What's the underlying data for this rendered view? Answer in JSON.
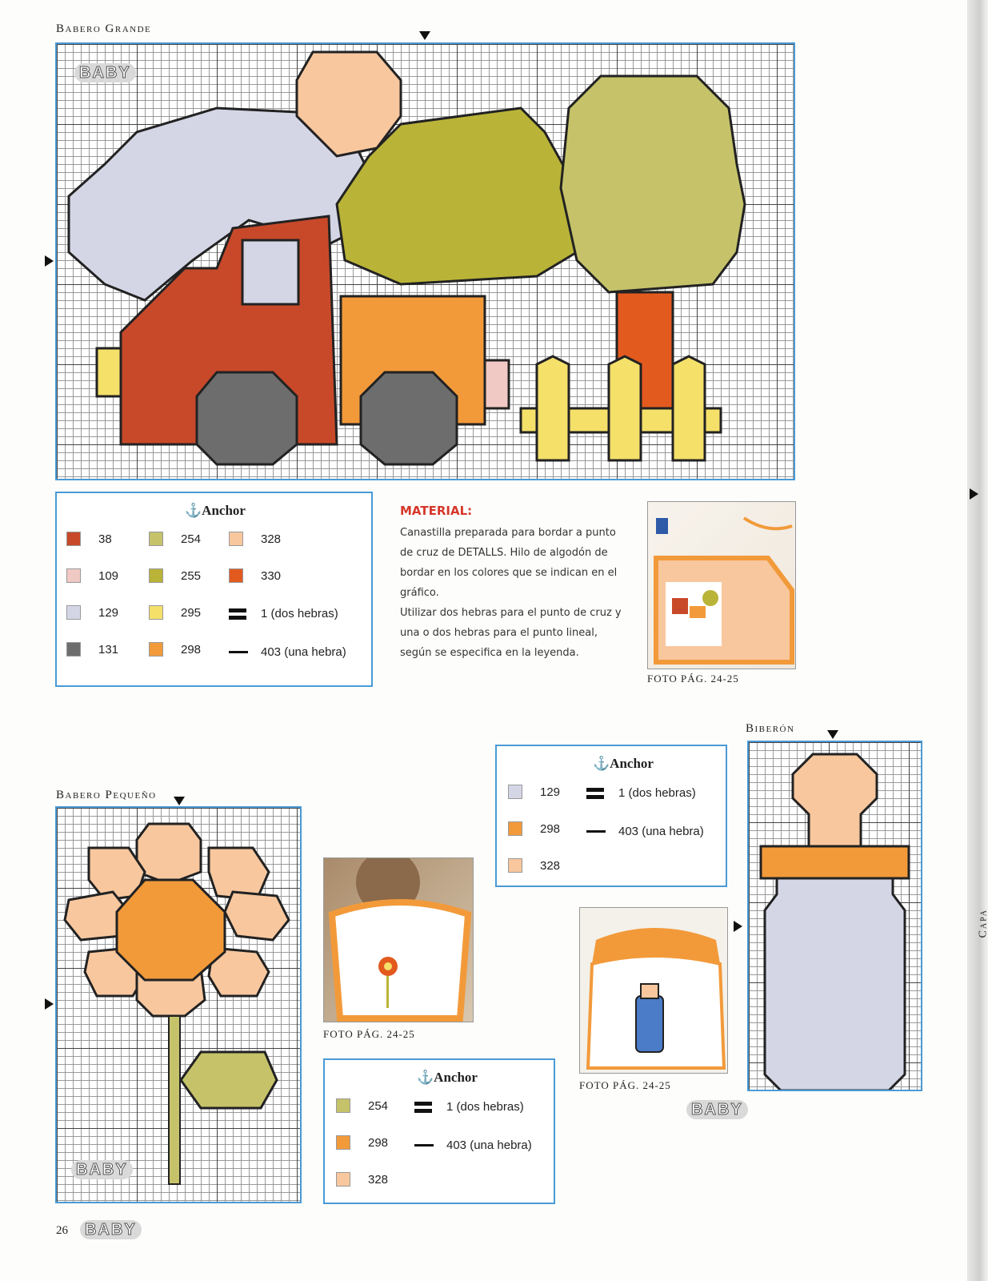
{
  "sections": {
    "babero_grande": "Babero Grande",
    "babero_pequeno": "Babero Pequeño",
    "biberon": "Biberón"
  },
  "logo_text": "BABY",
  "legend_large": {
    "brand": "⚓Anchor",
    "items": [
      {
        "code": "38",
        "color": "#c8492a"
      },
      {
        "code": "109",
        "color": "#f1c9c4"
      },
      {
        "code": "129",
        "color": "#d4d6e6"
      },
      {
        "code": "131",
        "color": "#6d6d6d"
      },
      {
        "code": "254",
        "color": "#c5c26a"
      },
      {
        "code": "255",
        "color": "#b9b438"
      },
      {
        "code": "295",
        "color": "#f5e06a"
      },
      {
        "code": "298",
        "color": "#f29a3a"
      },
      {
        "code": "328",
        "color": "#f8c79e"
      },
      {
        "code": "330",
        "color": "#e35a1f"
      }
    ],
    "lines": [
      {
        "label": "1 (dos hebras)",
        "style": "thick"
      },
      {
        "label": "403 (una hebra)",
        "style": "thin"
      }
    ]
  },
  "material": {
    "title": "MATERIAL:",
    "para1": "Canastilla preparada para bordar a punto de cruz de DETALLS. Hilo de algodón de bordar en los colores que se indican en el gráfico.",
    "para2": "Utilizar dos hebras para el punto de cruz y una o dos hebras para el punto lineal, según se especifica en la leyenda."
  },
  "photo_caption": "FOTO PÁG. 24-25",
  "legend_biberon": {
    "brand": "⚓Anchor",
    "items": [
      {
        "code": "129",
        "color": "#d4d6e6"
      },
      {
        "code": "298",
        "color": "#f29a3a"
      },
      {
        "code": "328",
        "color": "#f8c79e"
      }
    ],
    "lines": [
      {
        "label": "1 (dos hebras)",
        "style": "thick"
      },
      {
        "label": "403 (una hebra)",
        "style": "thin"
      }
    ]
  },
  "legend_pequeno": {
    "brand": "⚓Anchor",
    "items": [
      {
        "code": "254",
        "color": "#c5c26a"
      },
      {
        "code": "298",
        "color": "#f29a3a"
      },
      {
        "code": "328",
        "color": "#f8c79e"
      }
    ],
    "lines": [
      {
        "label": "1 (dos hebras)",
        "style": "thick"
      },
      {
        "label": "403 (una hebra)",
        "style": "thin"
      }
    ]
  },
  "side_label": "Capa",
  "page_number": "26"
}
